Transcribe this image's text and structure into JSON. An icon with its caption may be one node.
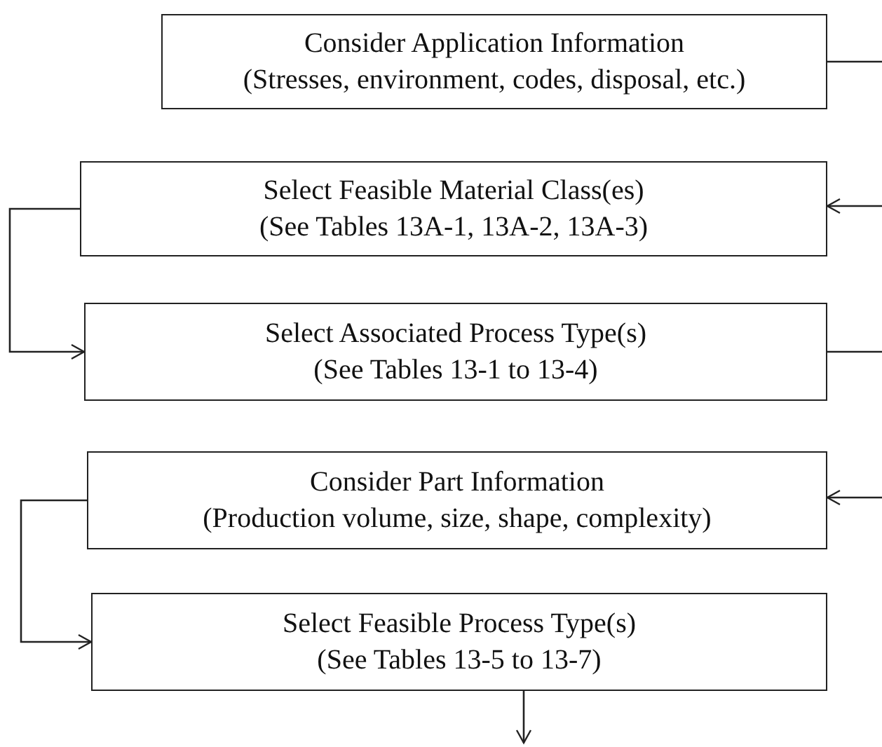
{
  "diagram": {
    "nodes": [
      {
        "text": [
          "Consider Application Information",
          "(Stresses, environment, codes, disposal, etc.)"
        ]
      },
      {
        "text": [
          "Select Feasible Material Class(es)",
          "(See Tables 13A-1, 13A-2, 13A-3)"
        ]
      },
      {
        "text": [
          "Select Associated Process Type(s)",
          "(See Tables 13-1 to 13-4)"
        ]
      },
      {
        "text": [
          "Consider Part Information",
          "(Production volume, size, shape, complexity)"
        ]
      },
      {
        "text": [
          "Select Feasible Process Type(s)",
          "(See Tables 13-5 to 13-7)"
        ]
      }
    ],
    "edges": [
      {
        "from": 0,
        "to": null,
        "arrow": "none"
      },
      {
        "from": null,
        "to": 1,
        "arrow": "to"
      },
      {
        "from": 1,
        "to": 2,
        "arrow": "to"
      },
      {
        "from": 2,
        "to": null,
        "arrow": "none"
      },
      {
        "from": null,
        "to": 3,
        "arrow": "to"
      },
      {
        "from": 3,
        "to": 4,
        "arrow": "to"
      },
      {
        "from": 4,
        "to": null,
        "arrow": "to"
      }
    ]
  }
}
